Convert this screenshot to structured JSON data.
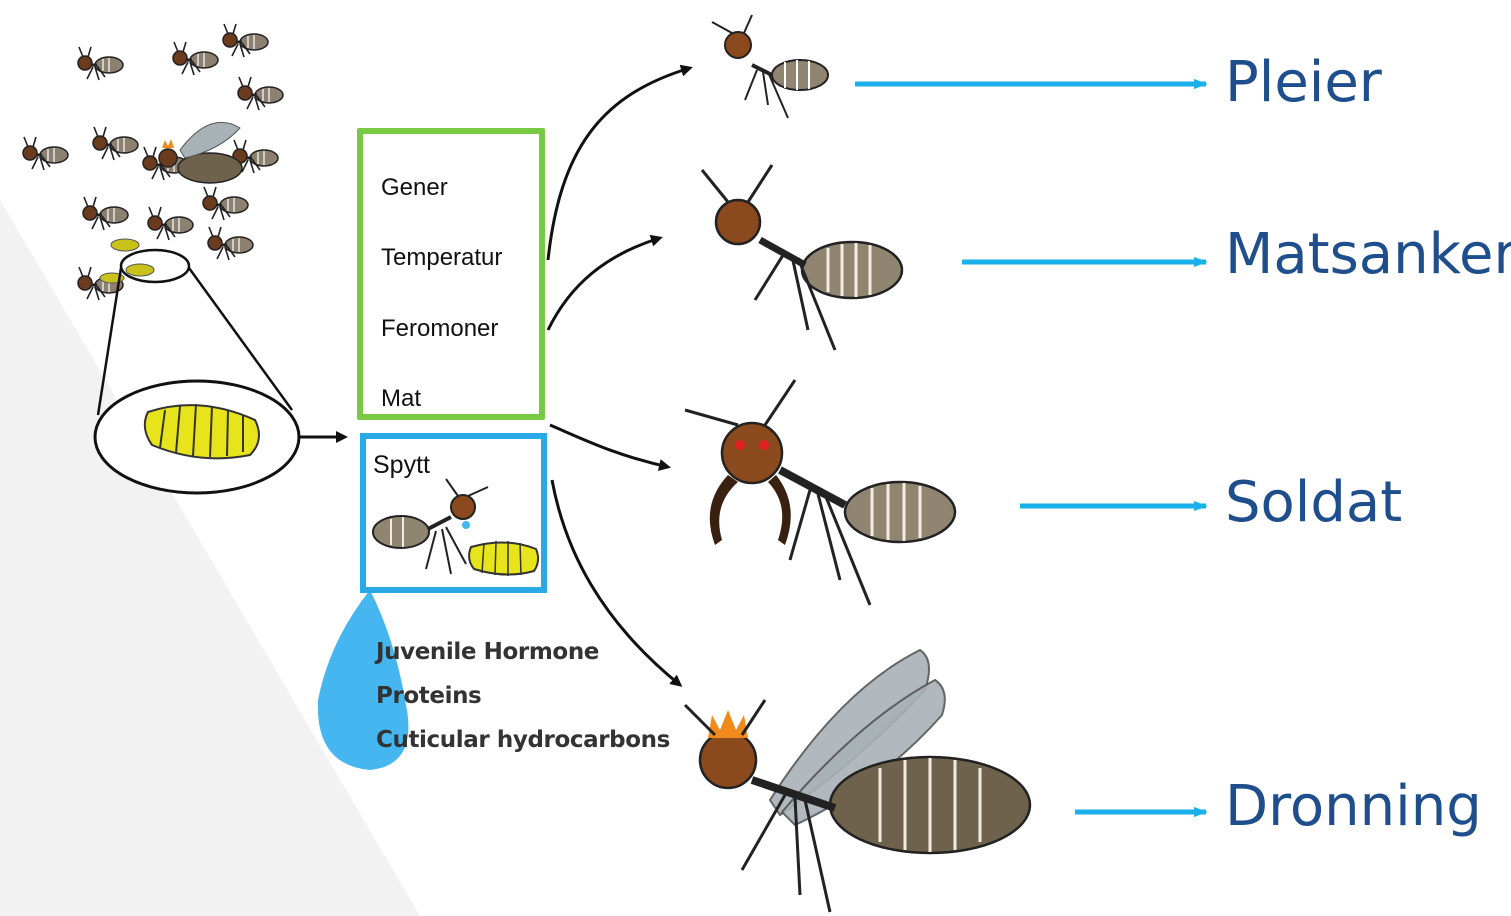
{
  "factors": [
    "Gener",
    "Temperatur",
    "Feromoner",
    "Mat"
  ],
  "saliva": {
    "label": "Spytt",
    "contents": [
      "Juvenile Hormone",
      "Proteins",
      "Cuticular hydrocarbons"
    ]
  },
  "castes": [
    "Pleier",
    "Matsanker",
    "Soldat",
    "Dronning"
  ],
  "colors": {
    "factor_border": "#7ac943",
    "saliva_border": "#29a9e6",
    "caste_text": "#1f4e8c",
    "arrow_blue": "#1ab0ea",
    "larva": "#e8e41c",
    "ant_head": "#8b4a1e",
    "ant_abdomen": "#7a6a4f"
  }
}
